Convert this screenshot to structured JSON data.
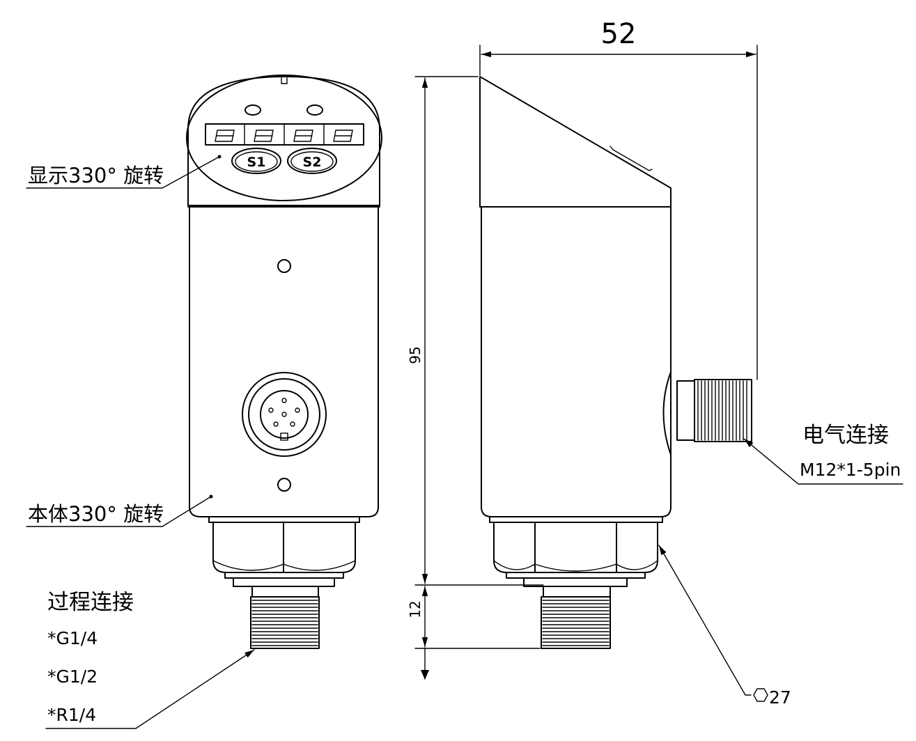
{
  "front_view": {
    "display_rotation_label": "显示330° 旋转",
    "body_rotation_label": "本体330° 旋转",
    "button_s1": "S1",
    "button_s2": "S2",
    "process_connection": {
      "title": "过程连接",
      "options": [
        "*G1/4",
        "*G1/2",
        "*R1/4"
      ]
    }
  },
  "side_view": {
    "width_dimension": "52",
    "height_dimension": "95",
    "thread_dimension": "12",
    "hex_size": "27",
    "electrical_connection": {
      "title": "电气连接",
      "spec": "M12*1-5pin"
    }
  }
}
